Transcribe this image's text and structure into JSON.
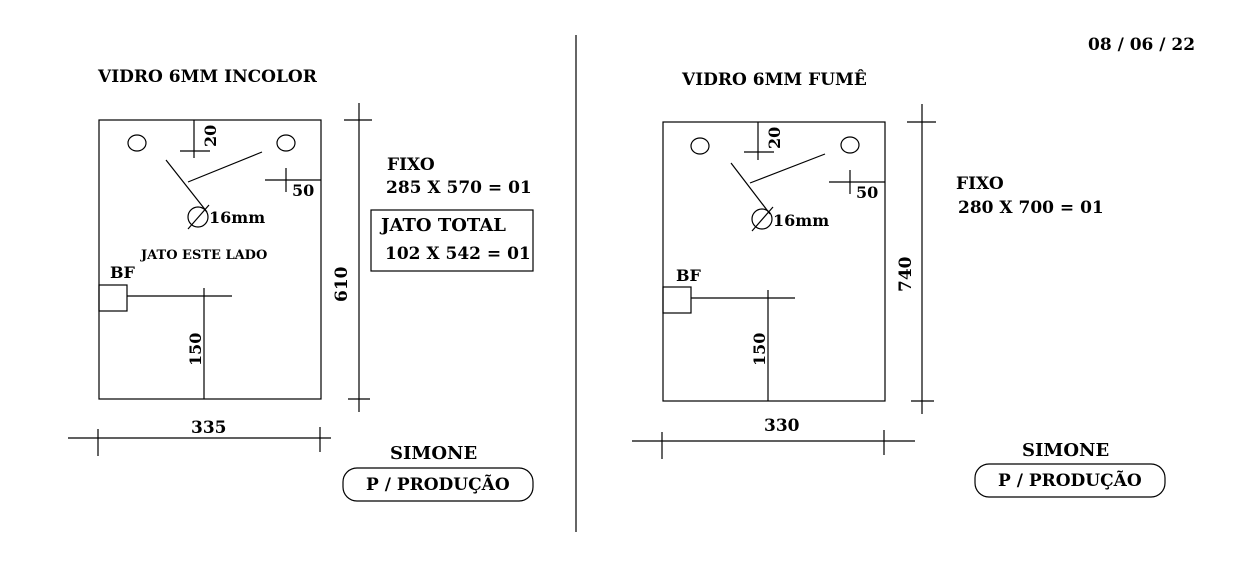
{
  "date": "08 / 06 / 22",
  "left": {
    "title": "VIDRO 6MM INCOLOR",
    "dim_20": "20",
    "dim_50": "50",
    "hole": "16mm",
    "jato_note": "JATO ESTE LADO",
    "bf": "BF",
    "dim_150": "150",
    "width": "335",
    "height": "610",
    "fixo_label": "FIXO",
    "fixo_value": "285 X 570 = 01",
    "jato_title": "JATO TOTAL",
    "jato_value": "102 X 542 = 01",
    "signature": "SIMONE",
    "stamp": "P / PRODUÇÃO"
  },
  "right": {
    "title": "VIDRO 6MM FUMÊ",
    "dim_20": "20",
    "dim_50": "50",
    "hole": "16mm",
    "bf": "BF",
    "dim_150": "150",
    "width": "330",
    "height": "740",
    "fixo_label": "FIXO",
    "fixo_value": "280 X 700 = 01",
    "signature": "SIMONE",
    "stamp": "P / PRODUÇÃO"
  }
}
